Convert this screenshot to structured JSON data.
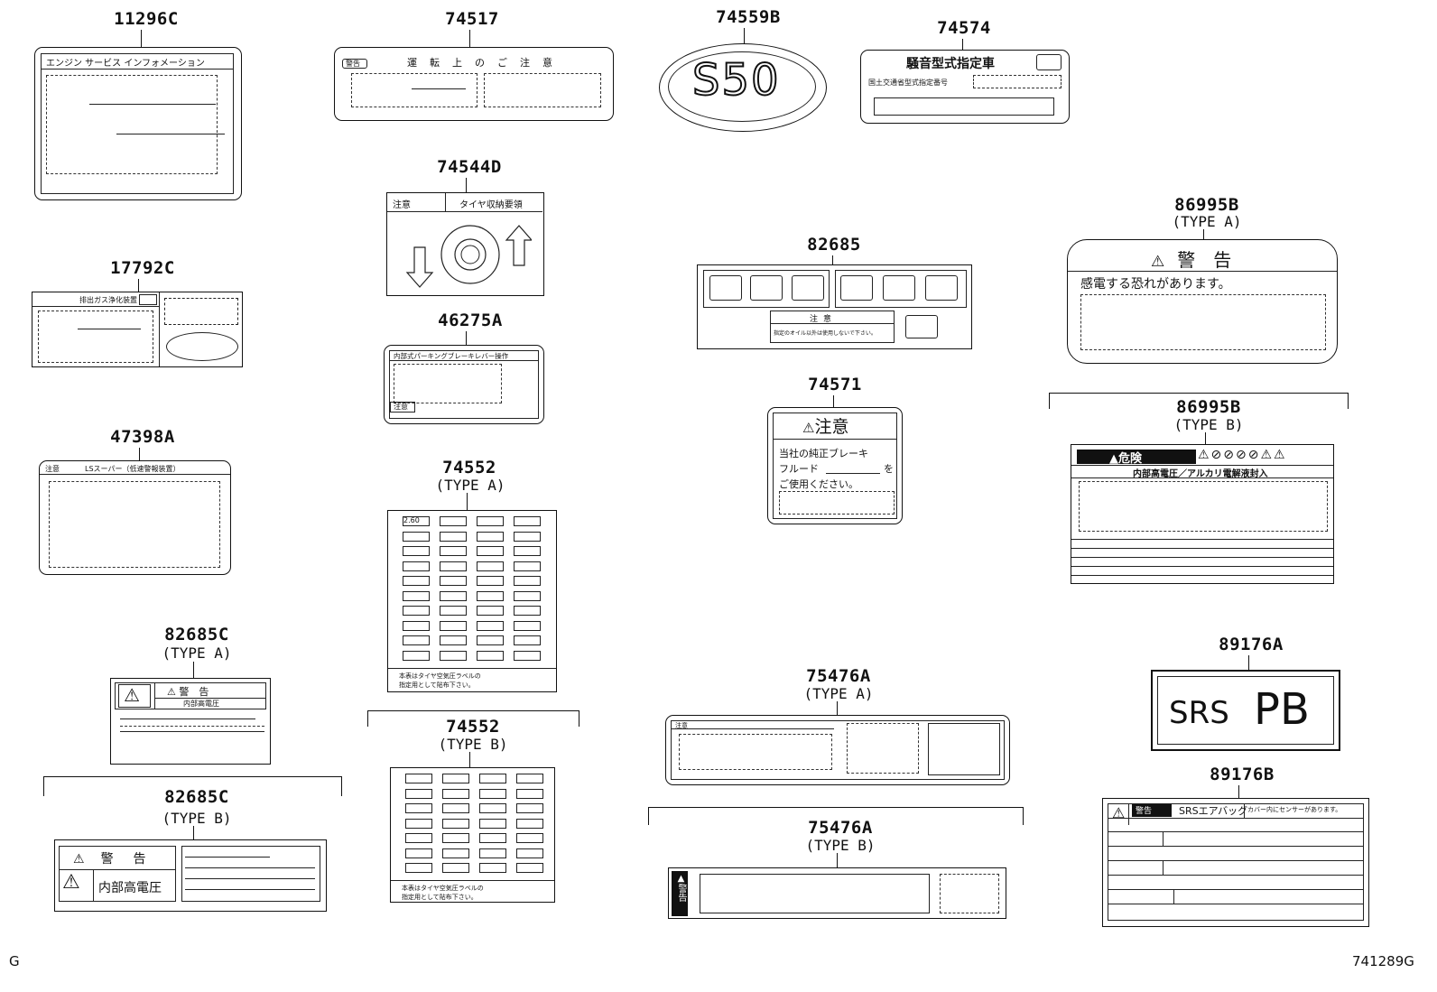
{
  "parts": {
    "p11296c": {
      "number": "11296C",
      "header": "エンジン サービス インフォメーション"
    },
    "p74517": {
      "number": "74517",
      "tag": "警告",
      "header": "運転上のご注意"
    },
    "p74559b": {
      "number": "74559B",
      "text": "S50"
    },
    "p74574": {
      "number": "74574",
      "title": "騒音型式指定車",
      "sub": "国土交通省型式指定番号"
    },
    "p74544d": {
      "number": "74544D",
      "tag": "注意",
      "header": "タイヤ収納要領"
    },
    "p17792c": {
      "number": "17792C",
      "header": "排出ガス浄化装置"
    },
    "p46275a": {
      "number": "46275A",
      "header": "内部式パーキングブレーキレバー操作",
      "tag": "注意"
    },
    "p47398a": {
      "number": "47398A",
      "tag": "注意",
      "header": "LSスーパー（低速警報装置）"
    },
    "p74552a": {
      "number": "74552",
      "type": "(TYPE A)",
      "chip": "2.60",
      "foot1": "本表はタイヤ空気圧ラベルの",
      "foot2": "指定用として貼布下さい。"
    },
    "p74552b": {
      "number": "74552",
      "type": "(TYPE B)",
      "foot1": "本表はタイヤ空気圧ラベルの",
      "foot2": "指定用として貼布下さい。"
    },
    "p82685": {
      "number": "82685",
      "tag": "注意",
      "text": "指定のオイル以外は使用しないで下さい。"
    },
    "p74571": {
      "number": "74571",
      "header": "注意",
      "line1": "当社の純正ブレーキ",
      "line2": "フルード",
      "line3": "を",
      "line4": "ご使用ください。"
    },
    "p86995b_a": {
      "number": "86995B",
      "type": "(TYPE A)",
      "header": "警　告",
      "text": "感電する恐れがあります。"
    },
    "p86995b_b": {
      "number": "86995B",
      "type": "(TYPE B)",
      "header": "危険",
      "sub": "内部高電圧／アルカリ電解液封入"
    },
    "p82685c_a": {
      "number": "82685C",
      "type": "(TYPE A)",
      "header": "警　告",
      "sub": "内部高電圧"
    },
    "p82685c_b": {
      "number": "82685C",
      "type": "(TYPE B)",
      "header": "警　告",
      "text": "内部高電圧"
    },
    "p75476a_a": {
      "number": "75476A",
      "type": "(TYPE A)",
      "tag": "注意"
    },
    "p75476a_b": {
      "number": "75476A",
      "type": "(TYPE B)",
      "side": "警告"
    },
    "p89176a": {
      "number": "89176A",
      "left": "SRS",
      "right": "PB"
    },
    "p89176b": {
      "number": "89176B",
      "tag": "警告",
      "mid": "SRSエアバッグ",
      "right": "カバー内にセンサーがあります。"
    }
  },
  "footer": {
    "left": "G",
    "right": "741289G"
  }
}
